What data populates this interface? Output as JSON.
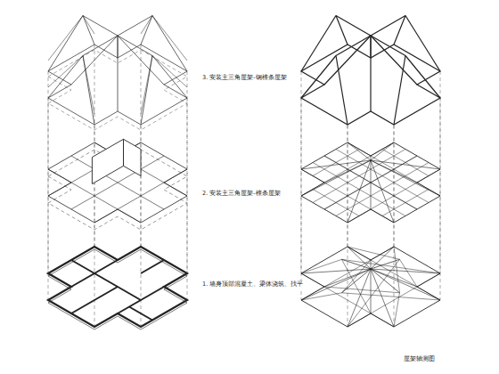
{
  "diagram": {
    "labels": [
      "3. 安装主三角屋架-钢檩条屋架",
      "2. 安装主三角屋架-檩条屋架",
      "1. 墙身顶部混凝土、梁体浇筑、找平",
      "屋架轴测图"
    ]
  }
}
